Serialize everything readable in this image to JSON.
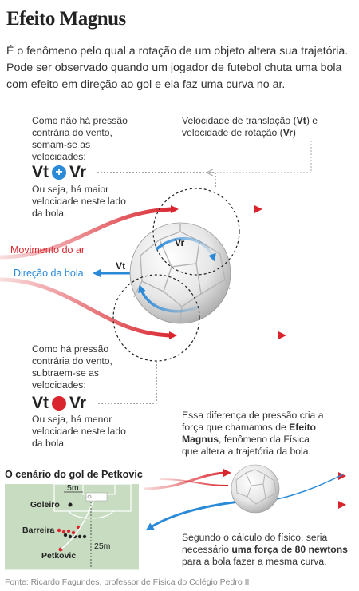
{
  "title": "Efeito Magnus",
  "intro": "É o fenômeno pelo qual a rotação de um objeto altera sua trajetória. Pode ser observado quando um jogador de futebol chuta uma bola com efeito em direção ao gol e ela faz uma curva no ar.",
  "top_left_note": "Como não há pressão contrária do vento, somam-se as velocidades:",
  "top_right_note": {
    "prefix": "Velocidade de translação (",
    "vt": "Vt",
    "mid": ") e velocidade de rotação (",
    "vr": "Vr",
    "suffix": ")"
  },
  "formula_plus": {
    "left": "Vt",
    "op": "+",
    "right": "Vr"
  },
  "plus_note": "Ou seja, há maior velocidade neste lado da bola.",
  "air_label": "Movimento do ar",
  "ball_dir_label": "Direção da bola",
  "vt_label": "Vt",
  "vr_label": "Vr",
  "bottom_left_note": "Como há pressão contrária do vento, subtraem-se as velocidades:",
  "formula_minus": {
    "left": "Vt",
    "op": "−",
    "right": "Vr"
  },
  "minus_note": "Ou seja, há menor velocidade neste lado da bola.",
  "pressure_note": {
    "prefix": "Essa diferença de pressão cria a força que chamamos de ",
    "bold": "Efeito Magnus",
    "suffix": ", fenômeno da Física que altera a trajetória da bola."
  },
  "scenario": {
    "title": "O cenário do gol de Petkovic",
    "goalkeeper": "Goleiro",
    "wall": "Barreira",
    "kicker": "Petkovic",
    "dist_5": "5m",
    "dist_25": "25m"
  },
  "calc_note": {
    "prefix": "Segundo o cálculo do físico, seria necessário ",
    "bold": "uma força de 80 newtons",
    "suffix": " para a bola fazer a mesma curva."
  },
  "source": "Fonte: Ricardo Fagundes, professor de Física do Colégio Pedro II",
  "colors": {
    "red": "#d9262e",
    "blue": "#2a8ad8",
    "field": "#c7dcc0",
    "text": "#333333"
  }
}
